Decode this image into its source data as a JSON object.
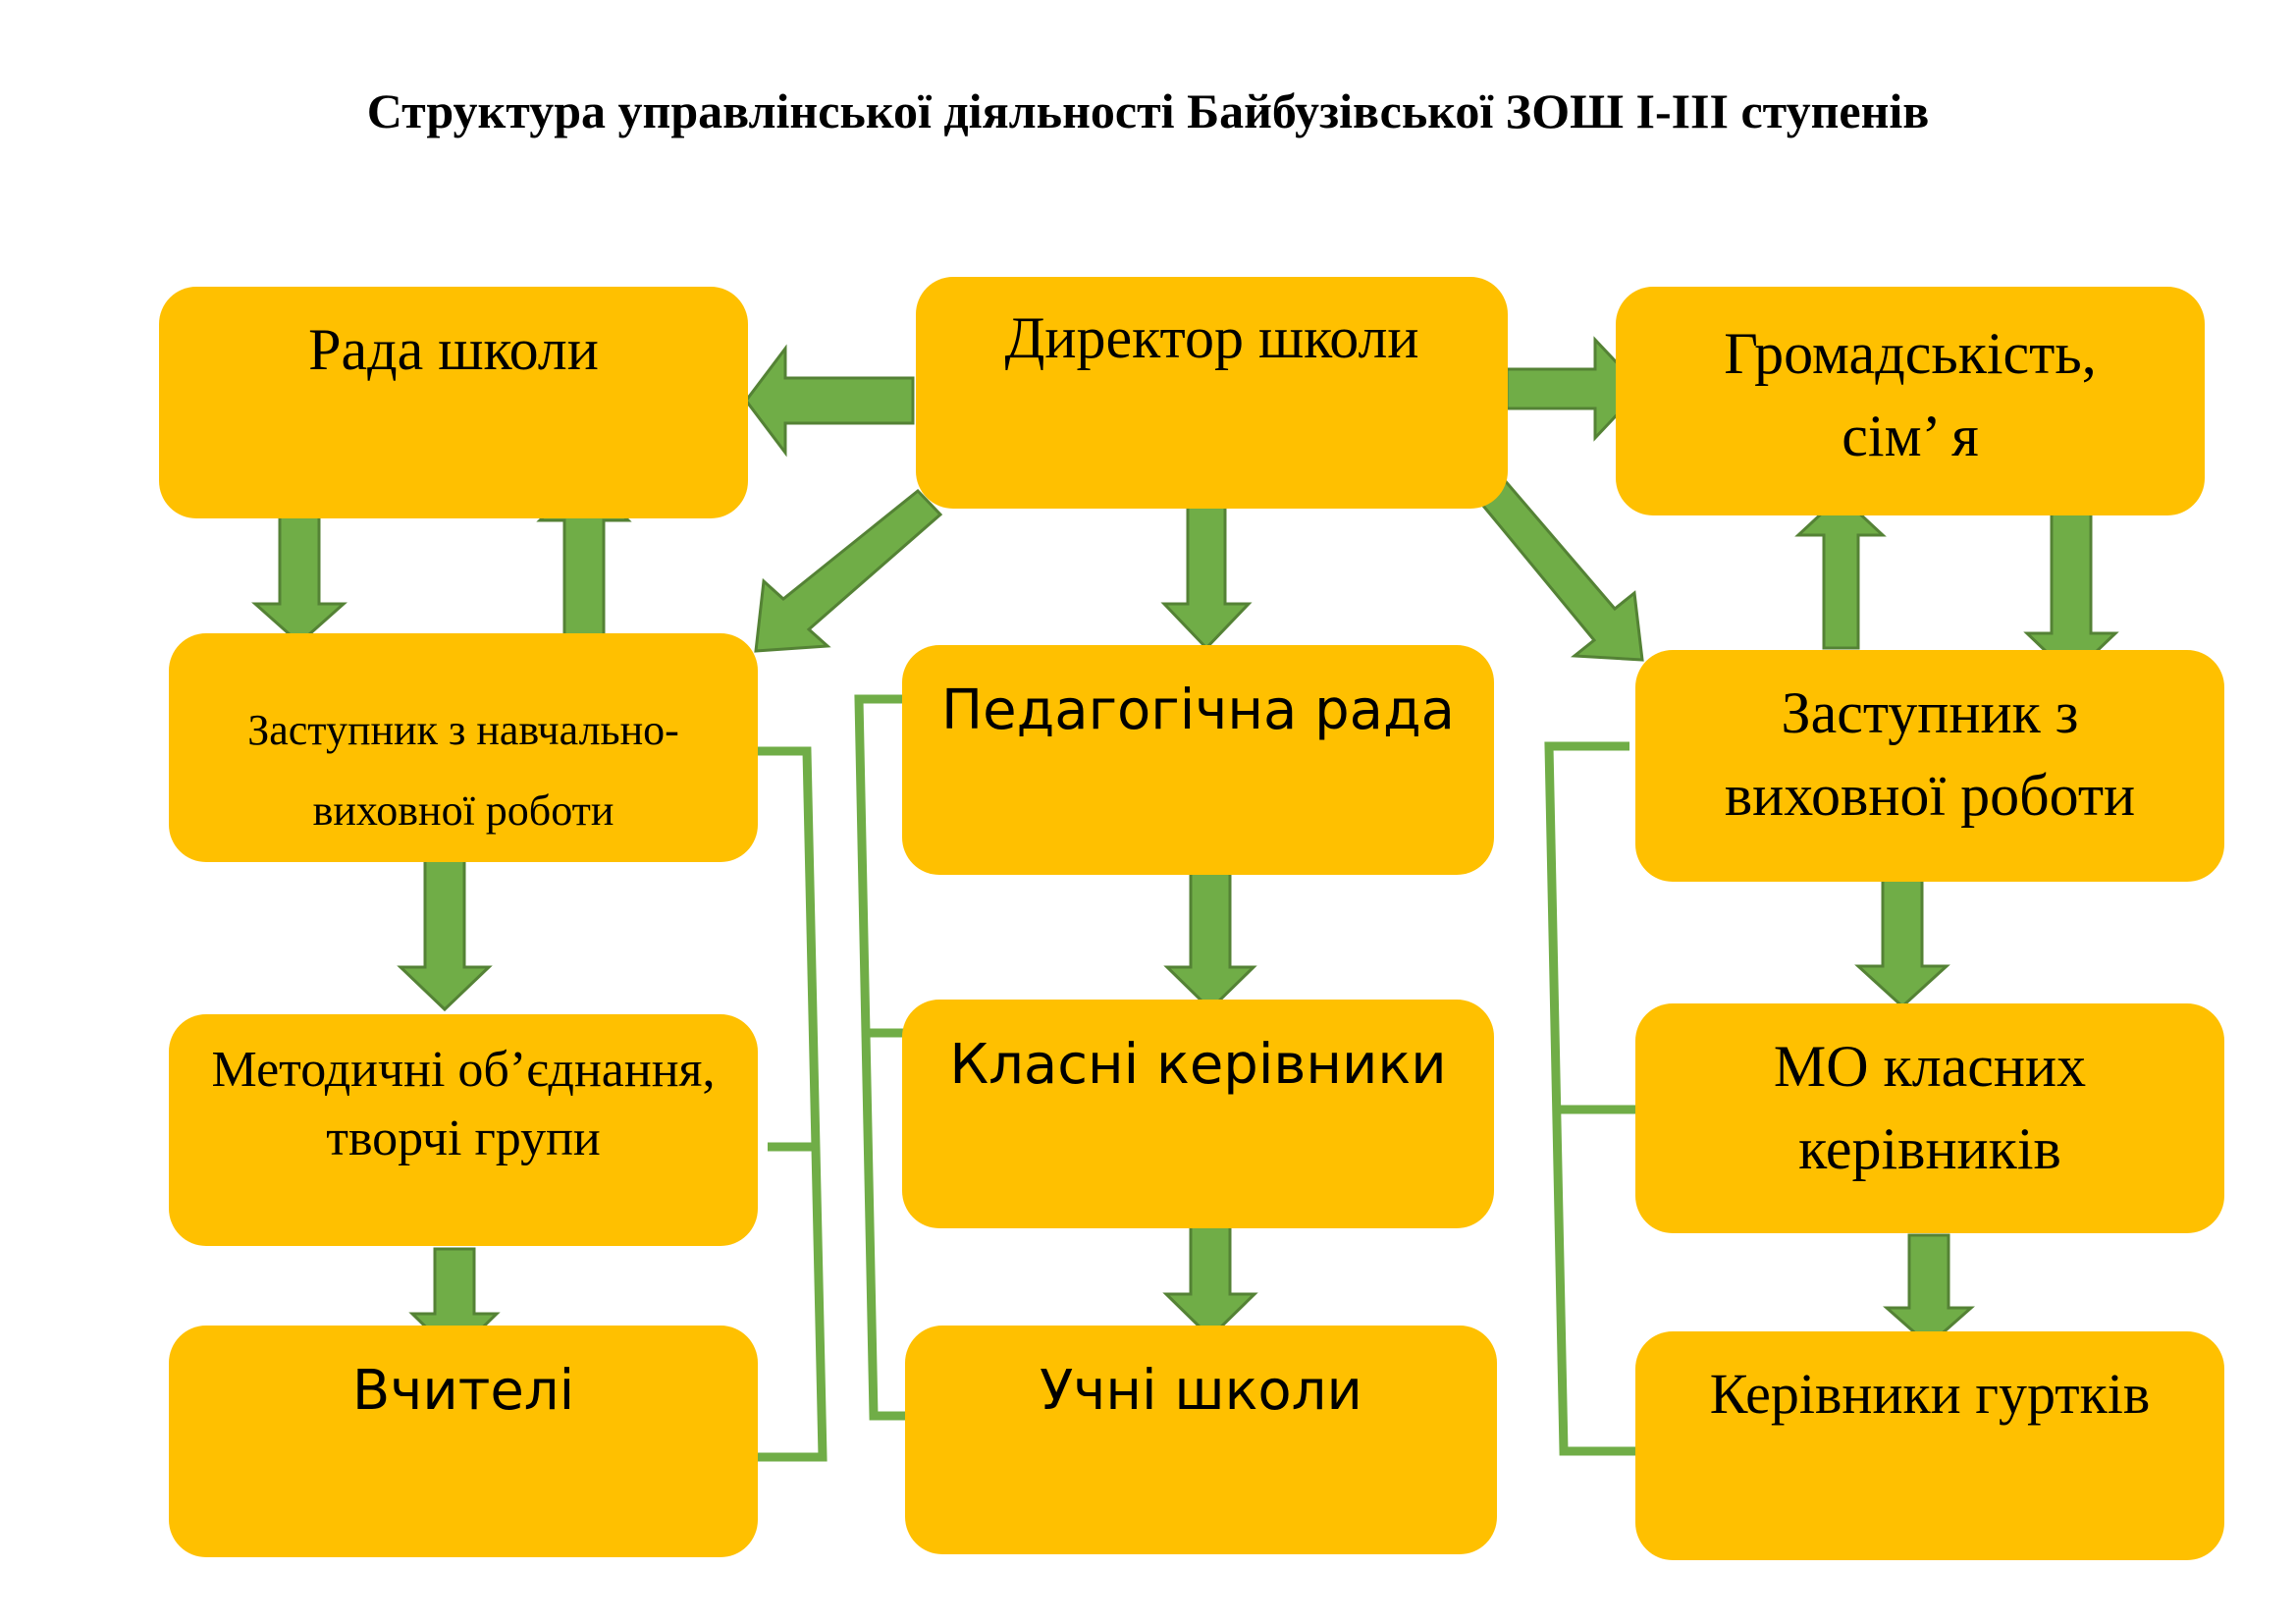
{
  "title": "Структура управлінської діяльності Байбузівської ЗОШ І-ІІІ ступенів",
  "colors": {
    "box_fill": "#FFC000",
    "arrow_fill": "#70AD47",
    "arrow_stroke": "#548235",
    "connector": "#70AD47"
  },
  "nodes": {
    "rada_shkoly": "Рада школи",
    "dyrektor": "Директор школи",
    "hromadskist_line1": "Громадськість,",
    "hromadskist_line2": "сім’ я",
    "zastupnyk_nvr_line1": "Заступник з навчально-",
    "zastupnyk_nvr_line2": "виховної роботи",
    "pedrada": "Педагогічна рада",
    "zastupnyk_vr_line1": "Заступник з",
    "zastupnyk_vr_line2": "виховної роботи",
    "metod_line1": "Методичні об’єднання,",
    "metod_line2": "творчі групи",
    "klasni": "Класні керівники",
    "mo_line1": "МО класних",
    "mo_line2": "керівників",
    "vchyteli": "Вчителі",
    "uchni": "Учні школи",
    "kerivnyky": "Керівники гуртків"
  }
}
